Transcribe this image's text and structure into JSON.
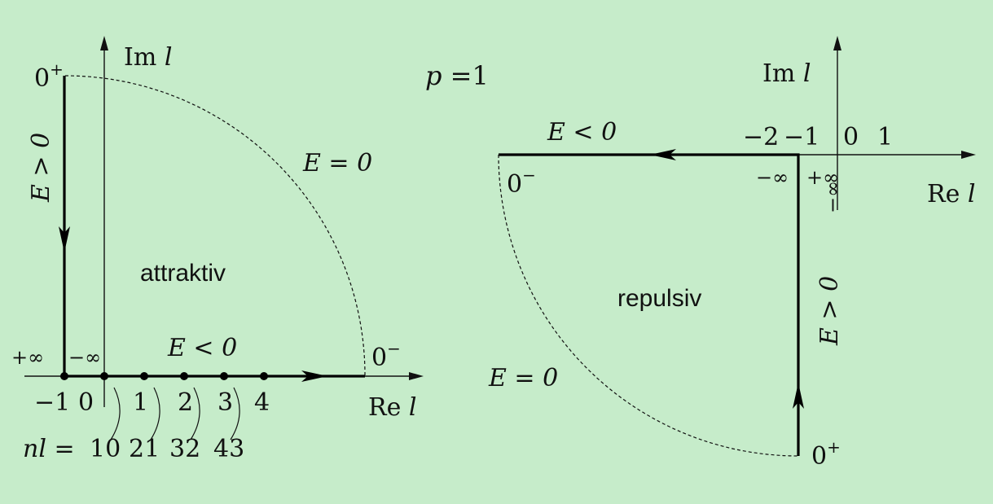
{
  "left": {
    "axis_im": "Im",
    "axis_re": "Re",
    "var": "l",
    "top_label": "0",
    "top_sup": "+",
    "e_pos": "E > 0",
    "e_zero": "E = 0",
    "e_neg": "E < 0",
    "region": "attraktiv",
    "plus_inf": "+∞",
    "minus_inf": "−∞",
    "end_label": "0",
    "end_sup": "−",
    "ticks": [
      "−1",
      "0",
      "1",
      "2",
      "3",
      "4"
    ],
    "nl_prefix": "nl =",
    "nl_values": [
      "10",
      "21",
      "32",
      "43"
    ]
  },
  "p_label": "p",
  "p_value": "=1",
  "right": {
    "axis_im": "Im",
    "axis_re": "Re",
    "var": "l",
    "e_neg": "E < 0",
    "e_zero": "E = 0",
    "e_pos": "E > 0",
    "region": "repulsiv",
    "start_label": "0",
    "start_sup": "−",
    "minus_inf": "−∞",
    "plus_inf": "+∞",
    "minus_inf_vert": "−∞",
    "bottom_label": "0",
    "bottom_sup": "+",
    "ticks": [
      "−2",
      "−1",
      "0",
      "1"
    ]
  }
}
